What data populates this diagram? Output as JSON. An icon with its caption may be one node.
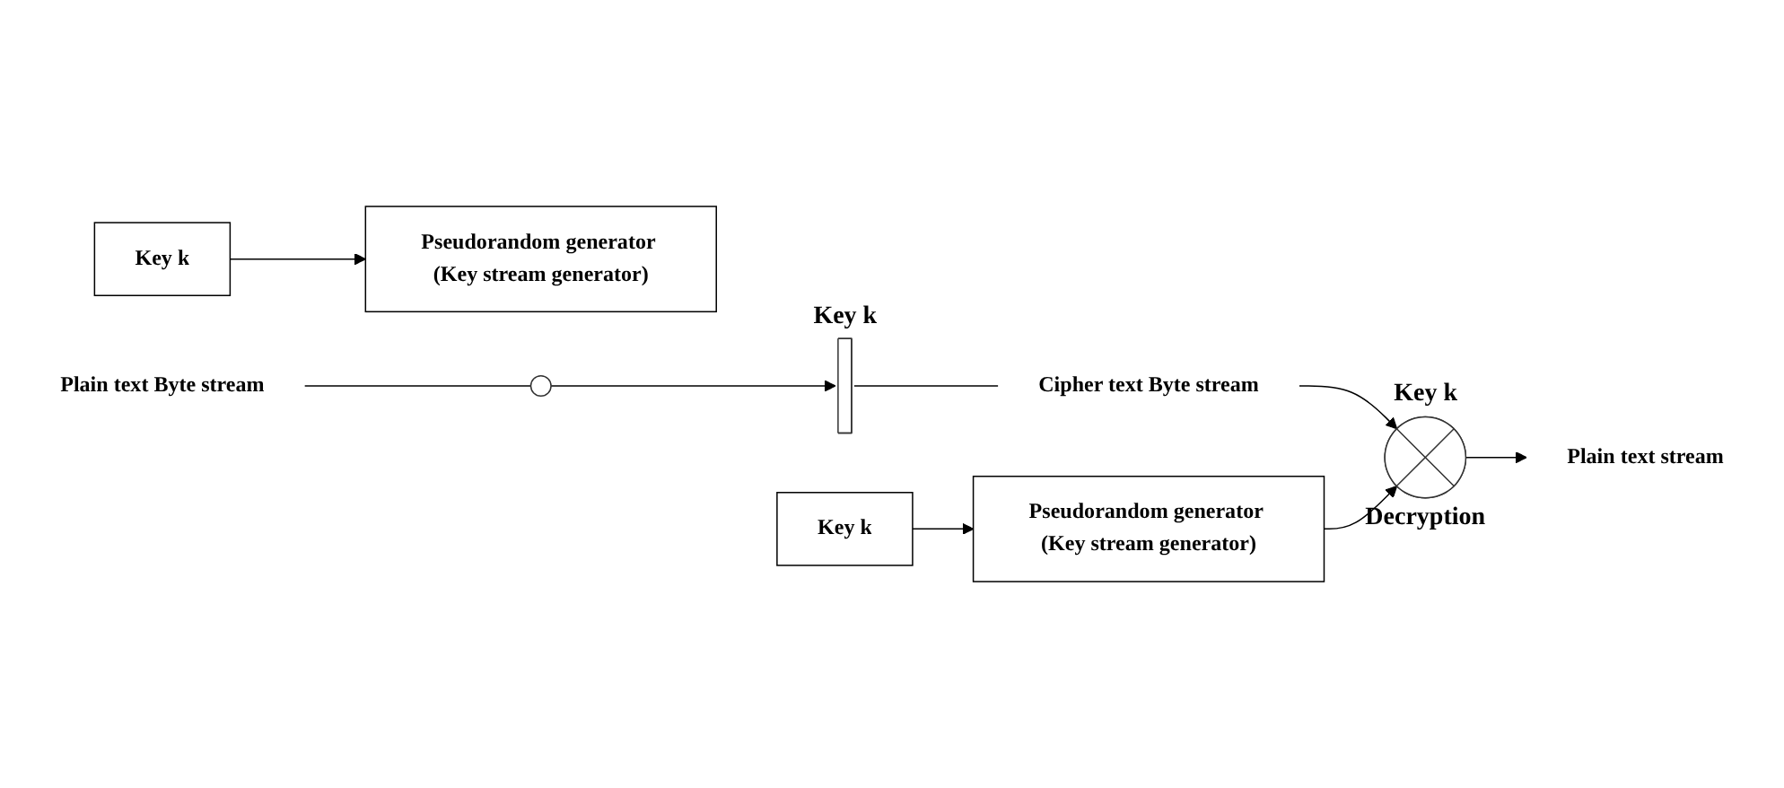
{
  "diagram": {
    "nodes": [
      {
        "text": [
          "Key k"
        ]
      },
      {
        "text": [
          "Pseudorandom generator (Key stream generator)"
        ]
      },
      {
        "text": [
          "Key k"
        ]
      },
      {
        "text": [
          "Pseudorandom generator (Key stream generator)"
        ]
      },
      {
        "text": [
          "Plain text Byte stream"
        ]
      },
      {
        "text": [],
        "shape": "circle"
      },
      {
        "text": [],
        "shape": "bar",
        "beside": [
          "Key k"
        ]
      },
      {
        "text": [
          "Cipher text Byte stream"
        ]
      },
      {
        "text": [],
        "shape": "cross-circle",
        "beside": [
          "Key k",
          "Decryption"
        ]
      },
      {
        "text": [
          "Plain text stream"
        ]
      }
    ],
    "edges": [
      {
        "from": 0,
        "to": 1,
        "arrow": "to"
      },
      {
        "from": 2,
        "to": 3,
        "arrow": "to"
      },
      {
        "from": 4,
        "to": 5,
        "arrow": "none"
      },
      {
        "from": 5,
        "to": 6,
        "arrow": "to"
      },
      {
        "from": 6,
        "to": 7,
        "arrow": "none"
      },
      {
        "from": 7,
        "to": 8,
        "arrow": "to"
      },
      {
        "from": 3,
        "to": 8,
        "arrow": "to"
      },
      {
        "from": 8,
        "to": 9,
        "arrow": "to"
      }
    ]
  }
}
